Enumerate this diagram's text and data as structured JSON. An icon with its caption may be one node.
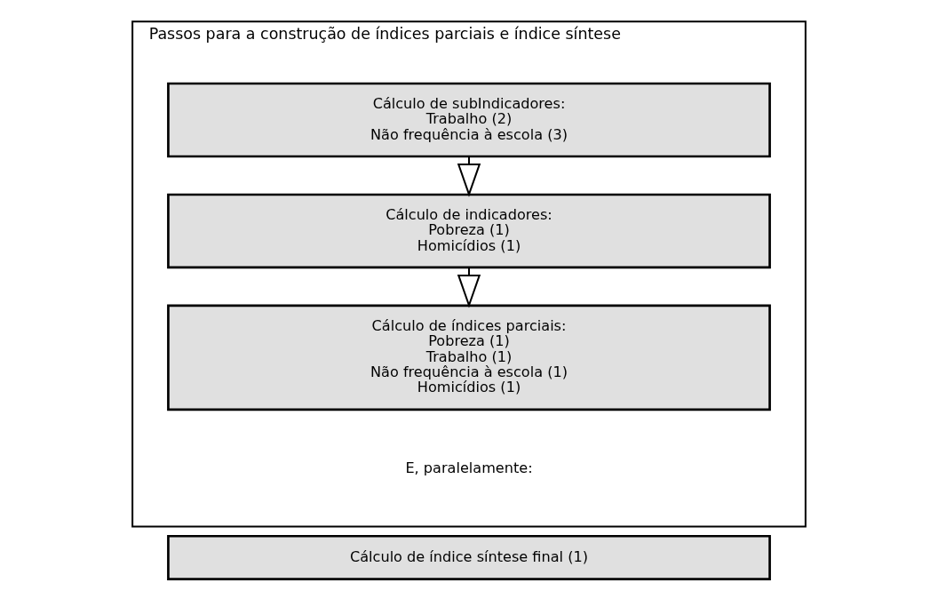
{
  "diagram": {
    "nodes": [
      {
        "text": [
          "Passos para a construção de índices parciais e índice síntese"
        ]
      },
      {
        "text": [
          "Cálculo de subIndicadores:",
          "Trabalho (2)",
          "Não frequência à escola (3)"
        ],
        "in": 0
      },
      {
        "text": [
          "Cálculo de indicadores:",
          "Pobreza (1)",
          "Homicídios (1)"
        ],
        "in": 0
      },
      {
        "text": [
          "Cálculo de índices parciais:",
          "Pobreza (1)",
          "Trabalho (1)",
          "Não frequência à escola (1)",
          "Homicídios (1)"
        ],
        "in": 0
      },
      {
        "text": [
          "Cálculo de índice síntese final (1)"
        ]
      }
    ],
    "edges": [
      {
        "from": 1,
        "to": 2,
        "arrow": "to"
      },
      {
        "from": 2,
        "to": 3,
        "arrow": "to"
      }
    ],
    "labels": [
      "E, paralelamente:"
    ]
  }
}
